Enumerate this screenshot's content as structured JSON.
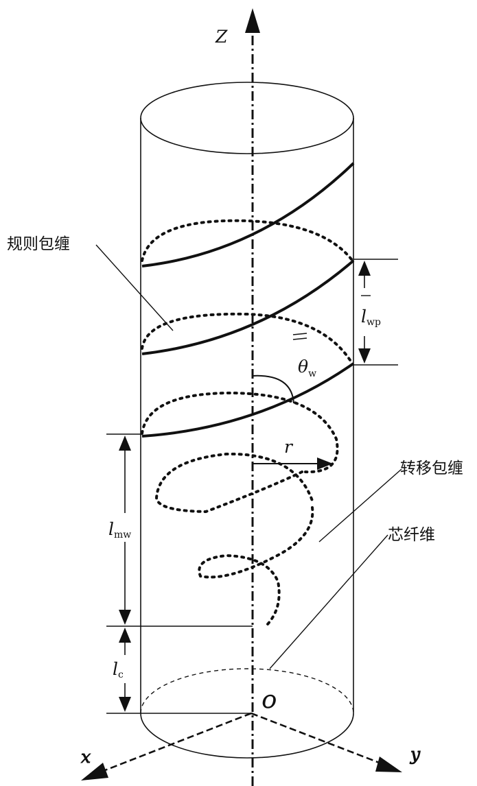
{
  "labels": {
    "axis_z": "Z",
    "axis_x": "x",
    "axis_y": "y",
    "origin": "O",
    "radius": "r",
    "regular_wrap": "规则包缠",
    "transfer_wrap": "转移包缠",
    "core_fiber": "芯纤维",
    "theta": "θ",
    "theta_sub": "w",
    "l_wp": "l",
    "l_wp_sub": "wp",
    "l_mw": "l",
    "l_mw_sub": "mw",
    "l_c": "l",
    "l_c_sub": "c"
  }
}
